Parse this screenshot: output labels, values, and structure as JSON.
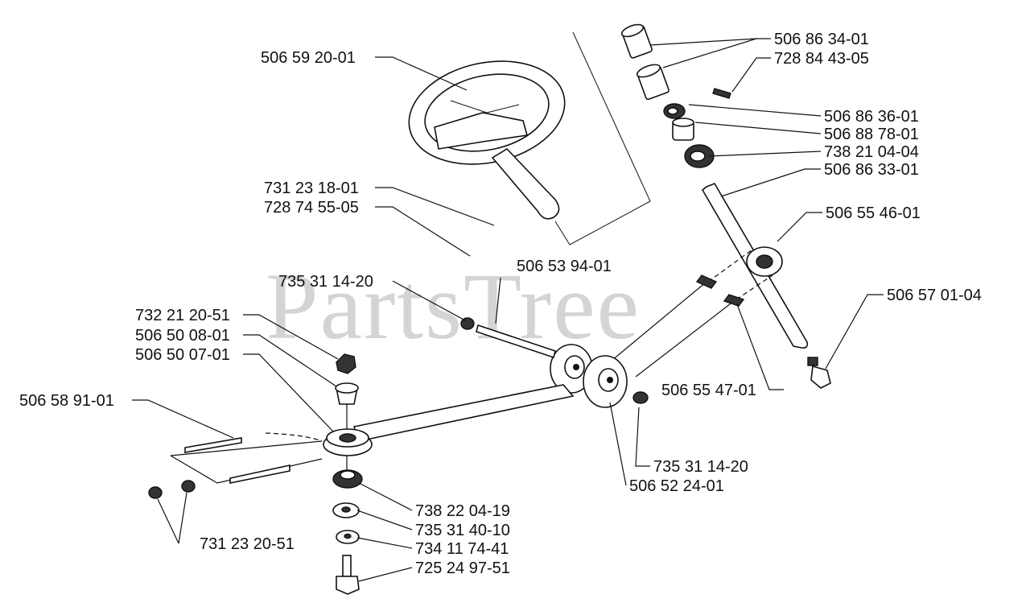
{
  "watermark": "PartsTree",
  "parts": {
    "p_506_59_20_01": "506 59 20-01",
    "p_731_23_18_01": "731 23 18-01",
    "p_728_74_55_05": "728 74 55-05",
    "p_735_31_14_20_a": "735 31 14-20",
    "p_506_53_94_01": "506 53 94-01",
    "p_732_21_20_51": "732 21 20-51",
    "p_506_50_08_01": "506 50 08-01",
    "p_506_50_07_01": "506 50 07-01",
    "p_506_58_91_01": "506 58 91-01",
    "p_731_23_20_51": "731 23 20-51",
    "p_738_22_04_19": "738 22 04-19",
    "p_735_31_40_10": "735 31 40-10",
    "p_734_11_74_41": "734 11 74-41",
    "p_725_24_97_51": "725 24 97-51",
    "p_735_31_14_20_b": "735 31 14-20",
    "p_506_52_24_01": "506 52 24-01",
    "p_506_55_47_01": "506 55 47-01",
    "p_506_57_01_04": "506 57 01-04",
    "p_506_55_46_01": "506 55 46-01",
    "p_506_86_33_01": "506 86 33-01",
    "p_738_21_04_04": "738 21 04-04",
    "p_506_88_78_01": "506 88 78-01",
    "p_506_86_36_01": "506 86 36-01",
    "p_728_84_43_05": "728 84 43-05",
    "p_506_86_34_01": "506 86 34-01"
  }
}
